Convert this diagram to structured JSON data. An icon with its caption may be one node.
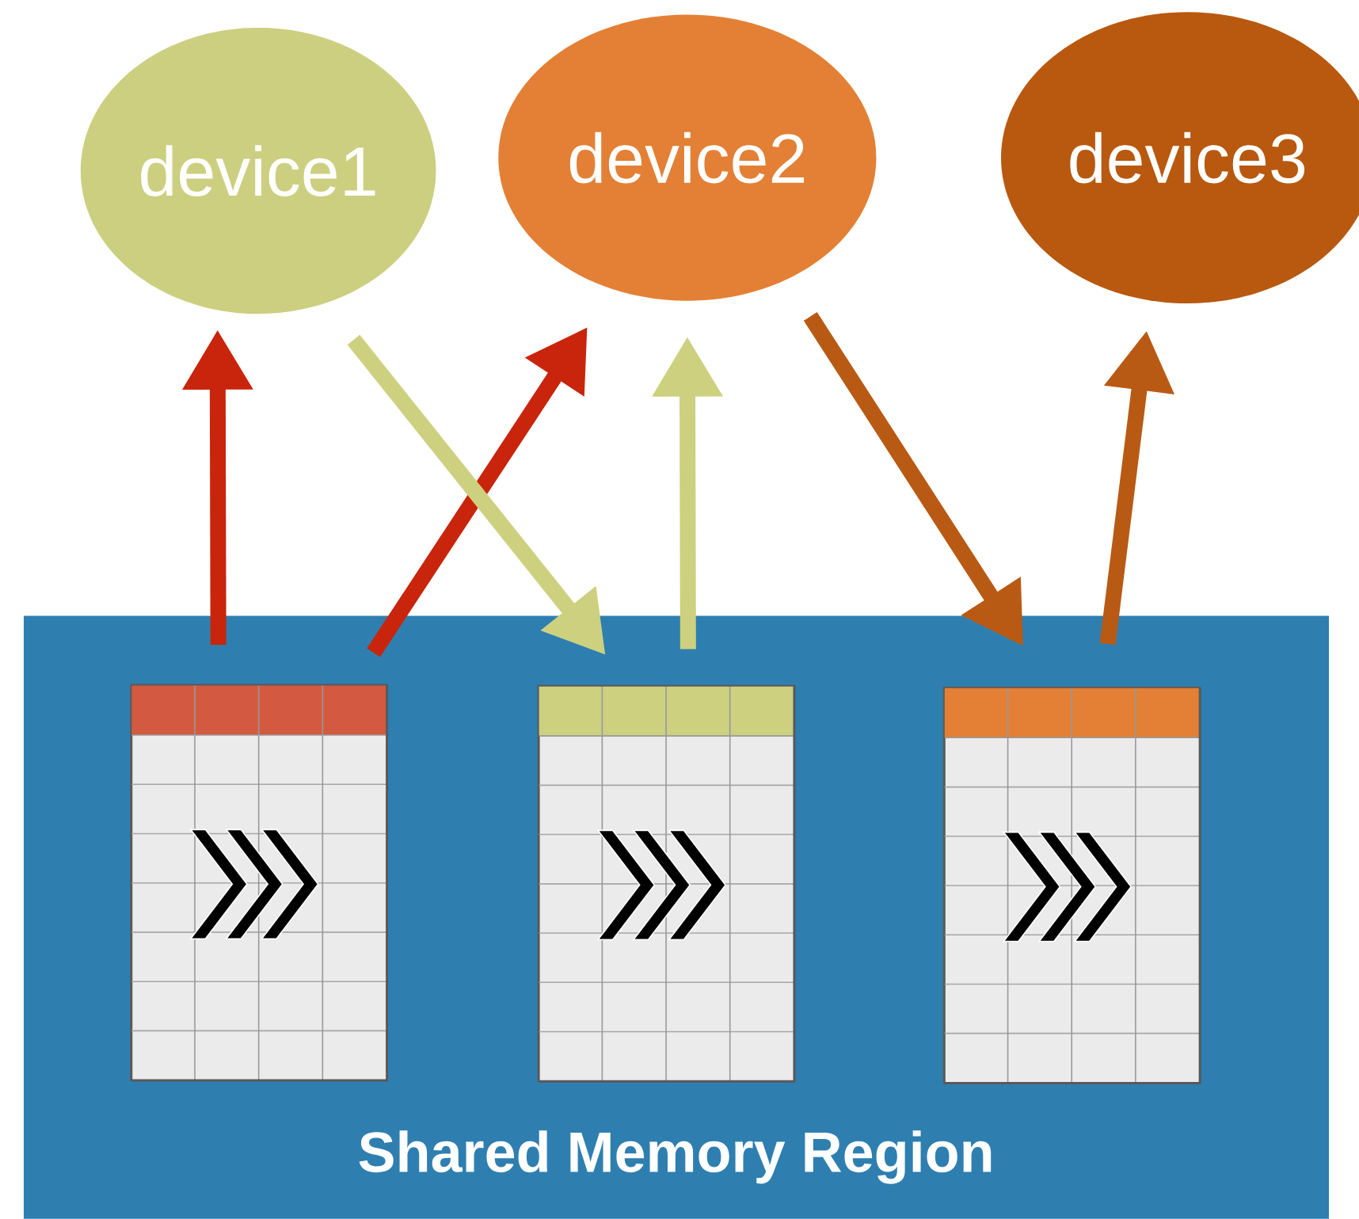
{
  "diagram": {
    "nodes": [
      {
        "text": [
          "device1"
        ]
      },
      {
        "text": [
          "device2"
        ]
      },
      {
        "text": [
          "device3"
        ]
      },
      {
        "text": [
          "Shared Memory Region"
        ]
      },
      {
        "text": [],
        "shape": "table",
        "in": 3
      },
      {
        "text": [],
        "shape": "table",
        "in": 3
      },
      {
        "text": [],
        "shape": "table",
        "in": 3
      }
    ],
    "edges": [
      {
        "from": 4,
        "to": 0,
        "arrow": "to",
        "color": "#c8250c"
      },
      {
        "from": 4,
        "to": 1,
        "arrow": "to",
        "color": "#c8250c"
      },
      {
        "from": 0,
        "to": 5,
        "arrow": "to",
        "color": "#cdd07e"
      },
      {
        "from": 5,
        "to": 1,
        "arrow": "to",
        "color": "#cdd07e"
      },
      {
        "from": 1,
        "to": 6,
        "arrow": "to",
        "color": "#b95a14"
      },
      {
        "from": 6,
        "to": 2,
        "arrow": "to",
        "color": "#b95a14"
      }
    ]
  }
}
